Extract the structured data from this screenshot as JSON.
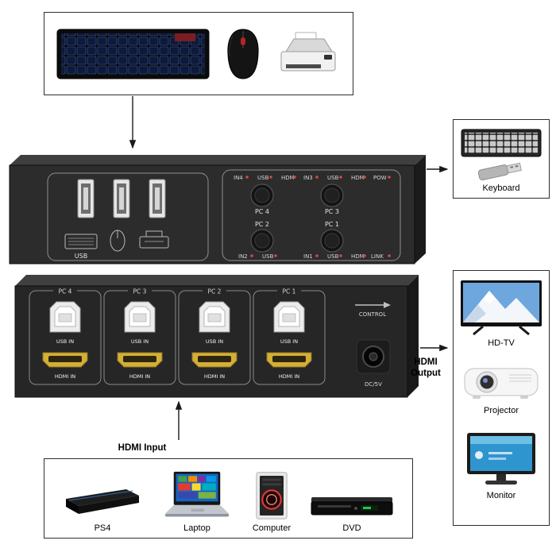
{
  "front_panel": {
    "usb_section_label": "USB",
    "pow_label": "POW",
    "link_label": "LINK",
    "ports": [
      {
        "pc_label": "PC 4",
        "led_labels": [
          "IN4",
          "USB",
          "HDM"
        ]
      },
      {
        "pc_label": "PC 3",
        "led_labels": [
          "IN3",
          "USB",
          "HDM"
        ]
      },
      {
        "pc_label": "PC 2",
        "led_labels": [
          "IN2",
          "USB"
        ]
      },
      {
        "pc_label": "PC 1",
        "led_labels": [
          "IN1",
          "USB",
          "HDM"
        ]
      }
    ]
  },
  "rear_panel": {
    "sections": [
      {
        "pc_label": "PC 4",
        "usb_label": "USB IN",
        "hdmi_label": "HDMI IN"
      },
      {
        "pc_label": "PC 3",
        "usb_label": "USB IN",
        "hdmi_label": "HDMI IN"
      },
      {
        "pc_label": "PC 2",
        "usb_label": "USB IN",
        "hdmi_label": "HDMI IN"
      },
      {
        "pc_label": "PC 1",
        "usb_label": "USB IN",
        "hdmi_label": "HDMI IN"
      }
    ],
    "control_label": "CONTROL",
    "power_label": "DC/5V"
  },
  "connections": {
    "hdmi_output_label": "HDMI Output",
    "hdmi_input_label": "HDMI Input"
  },
  "keyboard_box": {
    "label": "Keyboard"
  },
  "display_box": {
    "items": [
      {
        "label": "HD-TV"
      },
      {
        "label": "Projector"
      },
      {
        "label": "Monitor"
      }
    ]
  },
  "source_box": {
    "items": [
      {
        "label": "PS4"
      },
      {
        "label": "Laptop"
      },
      {
        "label": "Computer"
      },
      {
        "label": "DVD"
      }
    ]
  },
  "icons": {
    "keyboard_icon": "outline-keyboard-shape",
    "mouse_icon": "outline-mouse-shape",
    "printer_icon": "outline-printer-shape",
    "control_arrow_icon": "right-arrow"
  },
  "colors": {
    "panel_body": "#2c2c2c",
    "led_red": "#cf4a4a",
    "hdmi_gold": "#d4af37",
    "outline_gray": "#8f8f8f"
  }
}
